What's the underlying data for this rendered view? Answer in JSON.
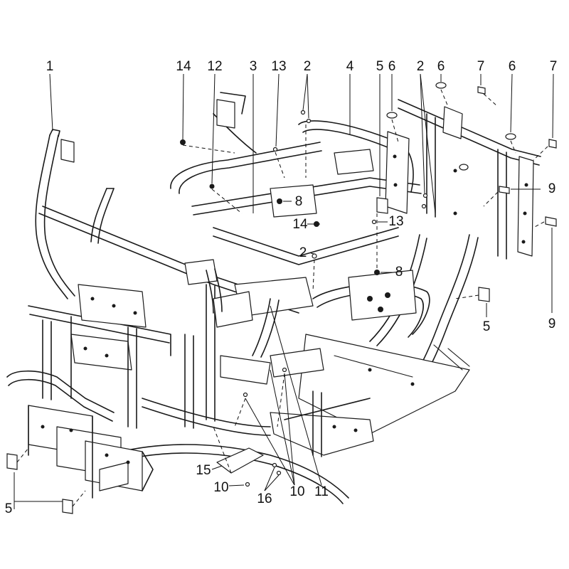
{
  "callouts": [
    {
      "id": "c1",
      "label": "1"
    },
    {
      "id": "c14a",
      "label": "14"
    },
    {
      "id": "c12",
      "label": "12"
    },
    {
      "id": "c3",
      "label": "3"
    },
    {
      "id": "c13a",
      "label": "13"
    },
    {
      "id": "c2a",
      "label": "2"
    },
    {
      "id": "c4",
      "label": "4"
    },
    {
      "id": "c5a",
      "label": "5"
    },
    {
      "id": "c6a",
      "label": "6"
    },
    {
      "id": "c2b",
      "label": "2"
    },
    {
      "id": "c6b",
      "label": "6"
    },
    {
      "id": "c7a",
      "label": "7"
    },
    {
      "id": "c6c",
      "label": "6"
    },
    {
      "id": "c7b",
      "label": "7"
    },
    {
      "id": "c9a",
      "label": "9"
    },
    {
      "id": "c8a",
      "label": "8"
    },
    {
      "id": "c14b",
      "label": "14"
    },
    {
      "id": "c13b",
      "label": "13"
    },
    {
      "id": "c2c",
      "label": "2"
    },
    {
      "id": "c8b",
      "label": "8"
    },
    {
      "id": "c5b",
      "label": "5"
    },
    {
      "id": "c9b",
      "label": "9"
    },
    {
      "id": "c15",
      "label": "15"
    },
    {
      "id": "c10a",
      "label": "10"
    },
    {
      "id": "c16",
      "label": "16"
    },
    {
      "id": "c10b",
      "label": "10"
    },
    {
      "id": "c11",
      "label": "11"
    },
    {
      "id": "c5c",
      "label": "5"
    }
  ]
}
